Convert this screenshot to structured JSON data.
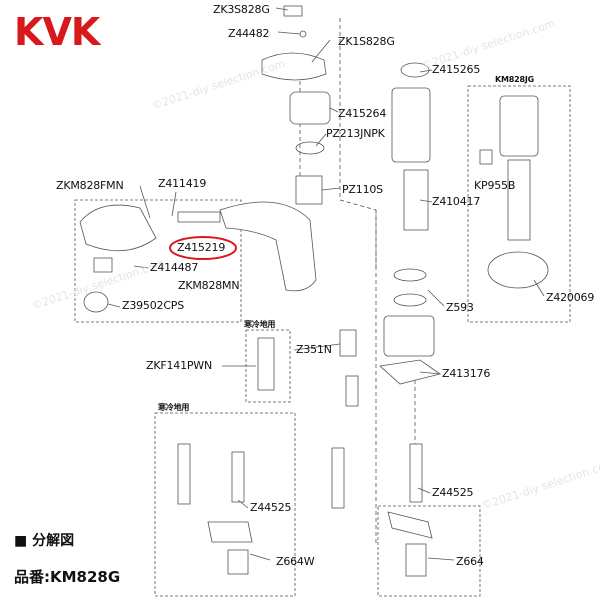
{
  "brand": {
    "logo": "KVK",
    "logo_color": "#d7191c"
  },
  "watermark": "©2021-diy selection.com",
  "parts": {
    "zk3s828g": "ZK3S828G",
    "z44482": "Z44482",
    "zk1s828g": "ZK1S828G",
    "z415265": "Z415265",
    "km828jg": "KM828JG",
    "z415264": "Z415264",
    "pz213jnpk": "PZ213JNPK",
    "zkm828fmn": "ZKM828FMN",
    "z411419": "Z411419",
    "pz110s": "PZ110S",
    "kp955b": "KP955B",
    "z410417": "Z410417",
    "z415219": "Z415219",
    "z414487": "Z414487",
    "zkm828mn": "ZKM828MN",
    "z39502cps": "Z39502CPS",
    "z420069": "Z420069",
    "z593": "Z593",
    "cold_region_1": "寒冷地用",
    "z351n": "Z351N",
    "zkf141pwn": "ZKF141PWN",
    "z413176": "Z413176",
    "cold_region_2": "寒冷地用",
    "z44525_left": "Z44525",
    "z44525_right": "Z44525",
    "z664w": "Z664W",
    "z664": "Z664"
  },
  "highlight": {
    "part": "Z415219",
    "color": "#d7191c"
  },
  "footer": {
    "title": "■ 分解図",
    "model": "品番:KM828G"
  }
}
